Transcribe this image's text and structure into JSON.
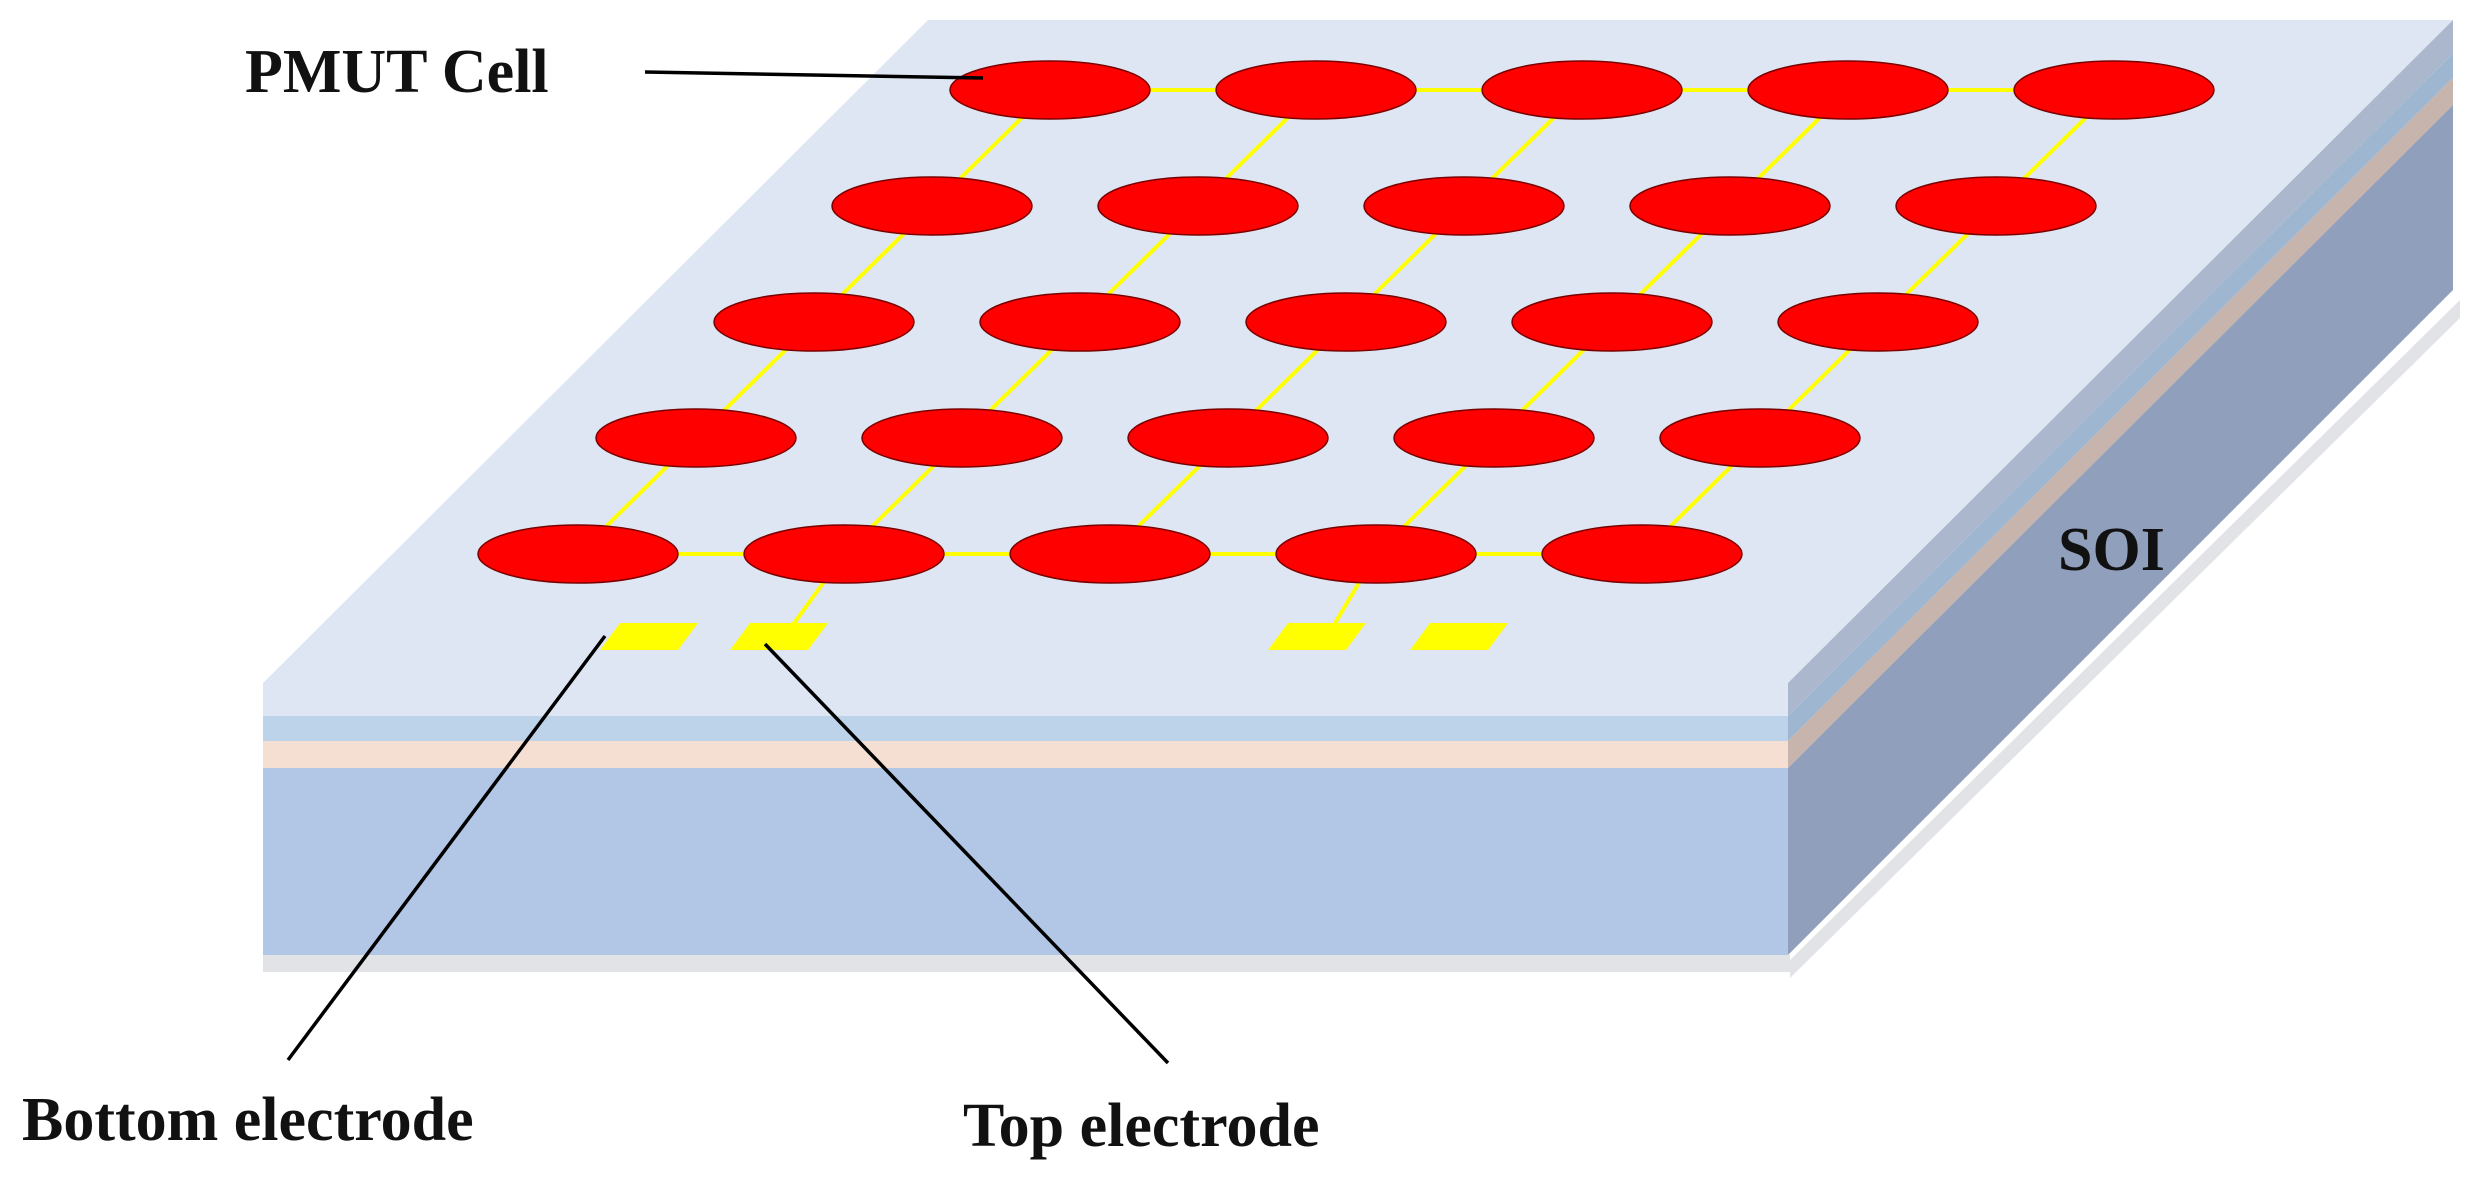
{
  "labels": {
    "pmut_cell": "PMUT Cell",
    "soi": "SOI",
    "bottom_electrode": "Bottom electrode",
    "top_electrode": "Top electrode"
  },
  "array": {
    "rows": 5,
    "cols": 5
  },
  "colors": {
    "cell": "#ff0000",
    "cell_outline": "#7a0000",
    "trace": "#ffff00",
    "pad": "#ffff00",
    "top_surface": "#dfe6f3",
    "front_top_band": "#dfe6f3",
    "front_blue_band": "#bcd3ea",
    "front_peach_band": "#f4dfd2",
    "front_substrate": "#b2c6e6",
    "side_layer_grey": "#aab7cc",
    "side_layer_blue": "#9fb6d1",
    "side_layer_peach": "#c6b4ad",
    "side_substrate": "#8f9fbc",
    "leader_line": "#000000"
  }
}
